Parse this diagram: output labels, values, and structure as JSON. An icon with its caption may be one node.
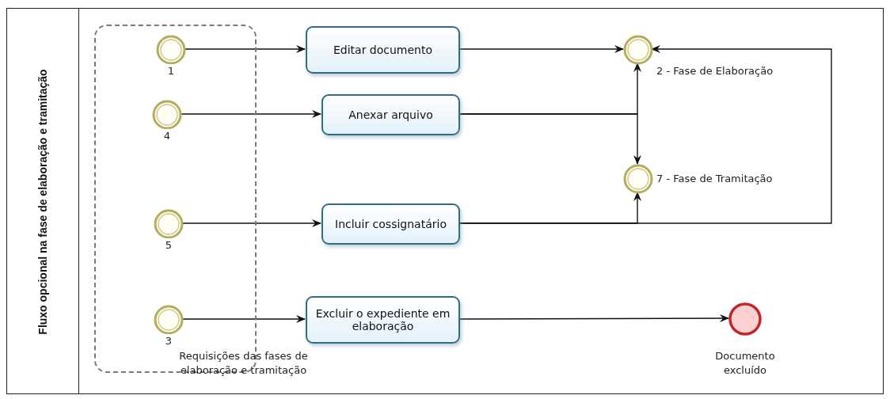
{
  "diagram": {
    "nodes": [
      {
        "text": [
          "Fluxo opcional na fase de elaboração e tramitação"
        ]
      },
      {
        "text": [
          "Requisições das fases de elaboração e tramitação"
        ],
        "in": 0
      },
      {
        "text": [
          "1"
        ],
        "in": 1
      },
      {
        "text": [
          "Editar documento"
        ],
        "in": 0
      },
      {
        "text": [
          "2 - Fase de Elaboração"
        ],
        "in": 0
      },
      {
        "text": [
          "4"
        ],
        "in": 1
      },
      {
        "text": [
          "Anexar arquivo"
        ],
        "in": 0
      },
      {
        "text": [
          "7 - Fase de Tramitação"
        ],
        "in": 0
      },
      {
        "text": [
          "5"
        ],
        "in": 1
      },
      {
        "text": [
          "Incluir cossignatário"
        ],
        "in": 0
      },
      {
        "text": [
          "3"
        ],
        "in": 1
      },
      {
        "text": [
          "Excluir o expediente em elaboração"
        ],
        "in": 0
      },
      {
        "text": [
          "Documento excluído"
        ],
        "in": 0
      }
    ],
    "edges": [
      {
        "from": 2,
        "to": 3,
        "arrow": "to"
      },
      {
        "from": 3,
        "to": 4,
        "arrow": "to"
      },
      {
        "from": 5,
        "to": 6,
        "arrow": "to"
      },
      {
        "from": 6,
        "to": 4,
        "arrow": "to"
      },
      {
        "from": 6,
        "to": 7,
        "arrow": "to"
      },
      {
        "from": 8,
        "to": 9,
        "arrow": "to"
      },
      {
        "from": 9,
        "to": 7,
        "arrow": "to"
      },
      {
        "from": 9,
        "to": 4,
        "arrow": "to"
      },
      {
        "from": 10,
        "to": 11,
        "arrow": "to"
      },
      {
        "from": 11,
        "to": 12,
        "arrow": "to"
      }
    ]
  }
}
